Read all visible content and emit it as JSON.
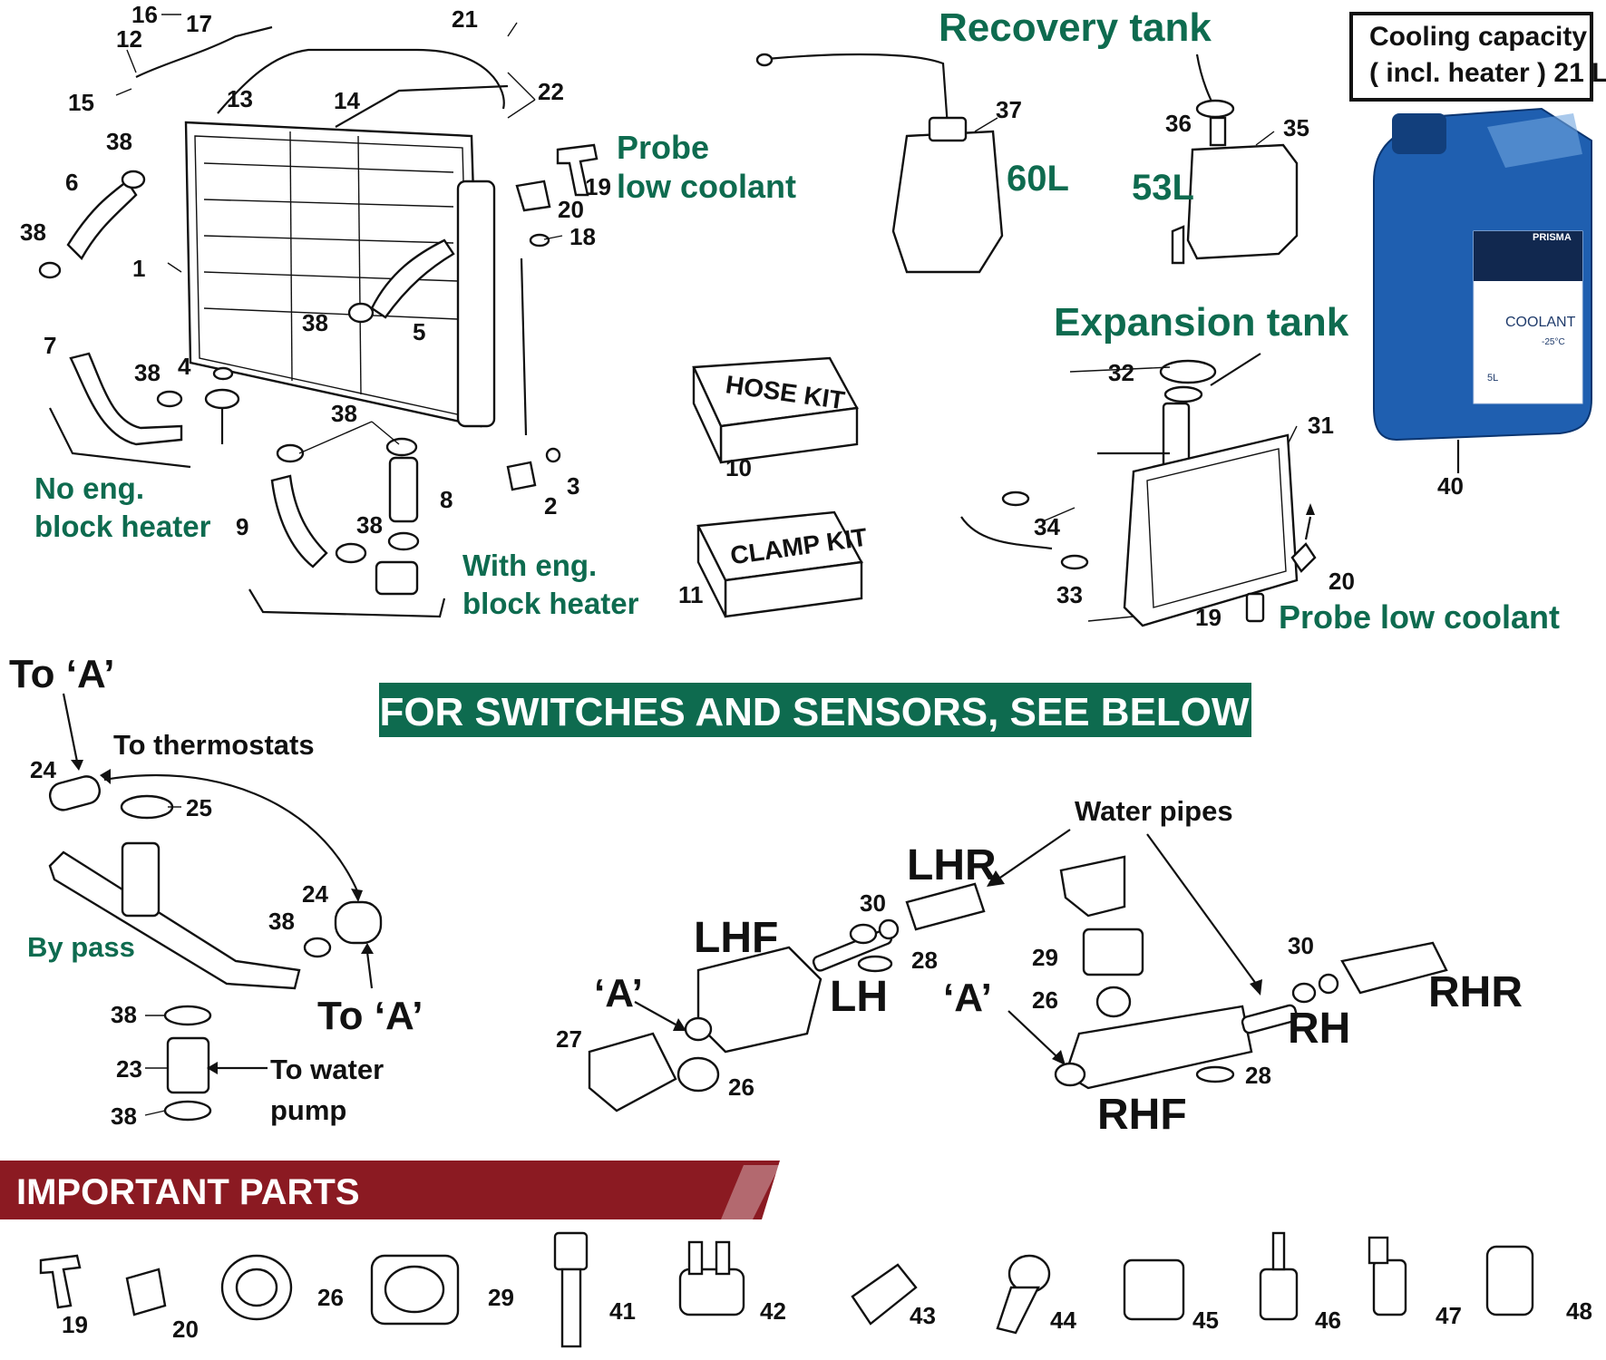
{
  "headings": {
    "recovery_tank": "Recovery tank",
    "expansion_tank": "Expansion tank",
    "probe_low_coolant_1": "Probe",
    "probe_low_coolant_2": "low coolant",
    "probe_low_coolant_full": "Probe low coolant",
    "no_block_heater_1": "No eng.",
    "no_block_heater_2": "block heater",
    "with_block_heater_1": "With eng.",
    "with_block_heater_2": "block heater",
    "banner": "FOR SWITCHES AND SENSORS, SEE BELOW",
    "important_parts": "IMPORTANT PARTS",
    "capacity_1": "Cooling capacity",
    "capacity_2": "( incl. heater ) 21 L",
    "vol_60": "60L",
    "vol_53": "53L",
    "hose_kit": "HOSE KIT",
    "clamp_kit": "CLAMP KIT",
    "coolant_brand": "PRISMA",
    "coolant_label": "COOLANT",
    "coolant_volume": "5L",
    "coolant_temp": "-25°C"
  },
  "pipe_labels": {
    "to_a_top": "To ‘A’",
    "to_thermostats": "To thermostats",
    "by_pass": "By pass",
    "to_a_bottom": "To ‘A’",
    "to_water_1": "To water",
    "to_water_2": "pump",
    "water_pipes": "Water pipes",
    "lhr": "LHR",
    "lhf": "LHF",
    "lh": "LH",
    "a_left": "‘A’",
    "a_right": "‘A’",
    "rh": "RH",
    "rhr": "RHR",
    "rhf": "RHF"
  },
  "numbers": {
    "n1": "1",
    "n2": "2",
    "n3": "3",
    "n4": "4",
    "n5": "5",
    "n6": "6",
    "n7": "7",
    "n8": "8",
    "n9": "9",
    "n10": "10",
    "n11": "11",
    "n12": "12",
    "n13": "13",
    "n14": "14",
    "n15": "15",
    "n16": "16",
    "n17": "17",
    "n18": "18",
    "n19": "19",
    "n20": "20",
    "n21": "21",
    "n22": "22",
    "n23": "23",
    "n24": "24",
    "n25": "25",
    "n26": "26",
    "n27": "27",
    "n28": "28",
    "n29": "29",
    "n30": "30",
    "n31": "31",
    "n32": "32",
    "n33": "33",
    "n34": "34",
    "n35": "35",
    "n36": "36",
    "n37": "37",
    "n38": "38",
    "n40": "40",
    "n41": "41",
    "n42": "42",
    "n43": "43",
    "n44": "44",
    "n45": "45",
    "n46": "46",
    "n47": "47",
    "n48": "48"
  },
  "colors": {
    "green": "#0e6b4f",
    "banner_green": "#0e6b4f",
    "important_red": "#8b1a22",
    "coolant_blue": "#1f5fb0"
  }
}
